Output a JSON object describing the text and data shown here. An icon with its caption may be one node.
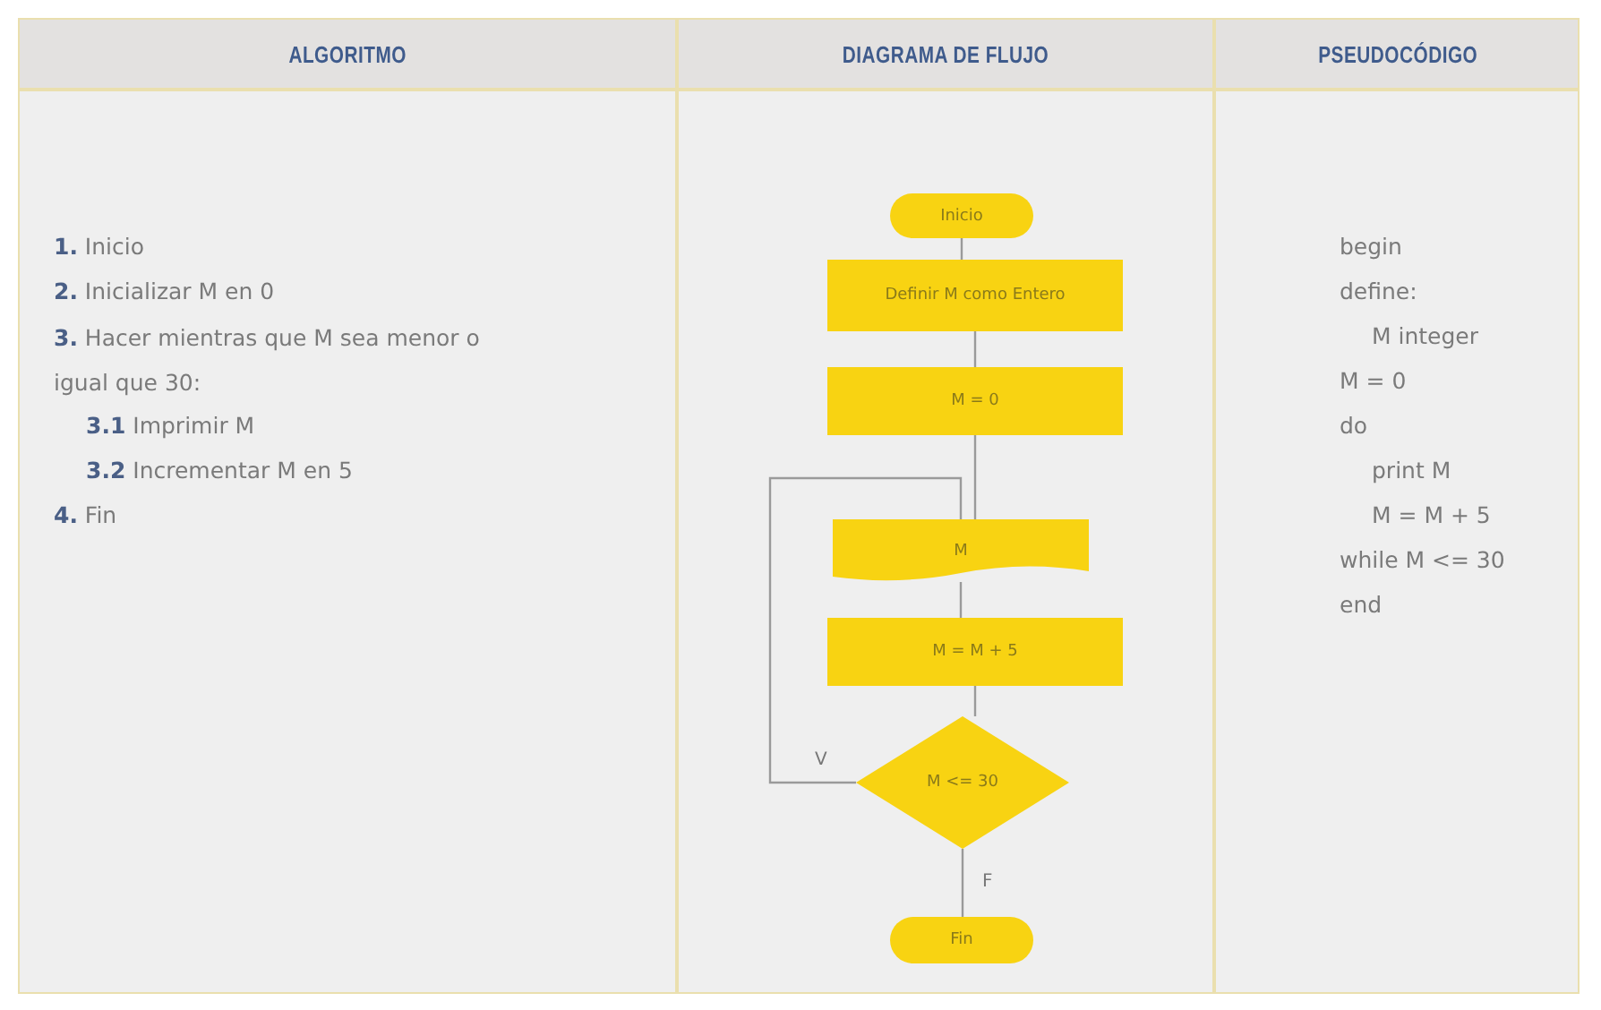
{
  "diagram": {
    "nodes": [
      {
        "text": [
          "Inicio"
        ]
      },
      {
        "text": [
          "Definir M como Entero"
        ]
      },
      {
        "text": [
          "M = 0"
        ]
      },
      {
        "text": [
          "M"
        ]
      },
      {
        "text": [
          "M = M + 5"
        ]
      },
      {
        "text": [
          "M <= 30"
        ]
      },
      {
        "text": [
          "Fin"
        ]
      }
    ],
    "edges": [
      {
        "from": 0,
        "to": 1,
        "arrow": "none"
      },
      {
        "from": 1,
        "to": 2,
        "arrow": "none"
      },
      {
        "from": 2,
        "to": 3,
        "arrow": "none"
      },
      {
        "from": 3,
        "to": 4,
        "arrow": "none"
      },
      {
        "from": 4,
        "to": 5,
        "arrow": "none"
      },
      {
        "from": 5,
        "to": 3,
        "arrow": "none",
        "label": "V"
      },
      {
        "from": 5,
        "to": 6,
        "arrow": "none",
        "label": "F"
      }
    ],
    "labels": [
      "ALGORITMO",
      "DIAGRAMA DE FLUJO",
      "PSEUDOCÓDIGO",
      "**1.** Inicio",
      "**2.** Inicializar M en 0",
      "**3.** Hacer mientras que M sea menor o igual que 30:",
      "**3.1** Imprimir M",
      "**3.2** Incrementar M en 5",
      "**4.** Fin",
      "begin",
      "define:",
      "M integer",
      "M = 0",
      "do",
      "print M",
      "M = M + 5",
      "while M <= 30",
      "end"
    ]
  }
}
